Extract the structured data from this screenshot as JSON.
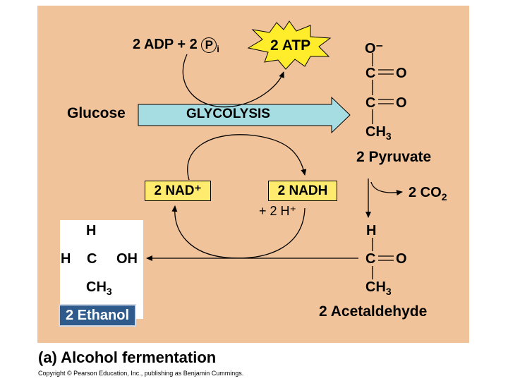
{
  "inputs": {
    "adp_pi": "2 ADP + 2",
    "pi_symbol": "P",
    "pi_subscript": "i"
  },
  "atp": "2 ATP",
  "glucose": "Glucose",
  "glycolysis": "GLYCOLYSIS",
  "nad": "2 NAD⁺",
  "nadh": "2 NADH",
  "h_plus": "+ 2 H⁺",
  "pyruvate": {
    "o_minus": "O⁻",
    "c1": "C",
    "o1": "O",
    "c2": "C",
    "o2": "O",
    "ch3": "CH",
    "ch3_sub": "3",
    "name": "2 Pyruvate"
  },
  "co2": {
    "label": "2 CO",
    "sub": "2"
  },
  "acetaldehyde": {
    "h": "H",
    "c": "C",
    "o": "O",
    "ch3": "CH",
    "ch3_sub": "3",
    "name": "2 Acetaldehyde"
  },
  "ethanol": {
    "h_top": "H",
    "h_left": "H",
    "c": "C",
    "oh": "OH",
    "ch3": "CH",
    "ch3_sub": "3",
    "name": "2 Ethanol"
  },
  "caption": "(a) Alcohol fermentation",
  "copyright": "Copyright © Pearson Education, Inc., publishing as Benjamin Cummings.",
  "colors": {
    "panel": "#f0c39a",
    "box": "#ffec6e",
    "arrow": "#a6dde2",
    "ethanol_label": "#2f5a8c"
  }
}
